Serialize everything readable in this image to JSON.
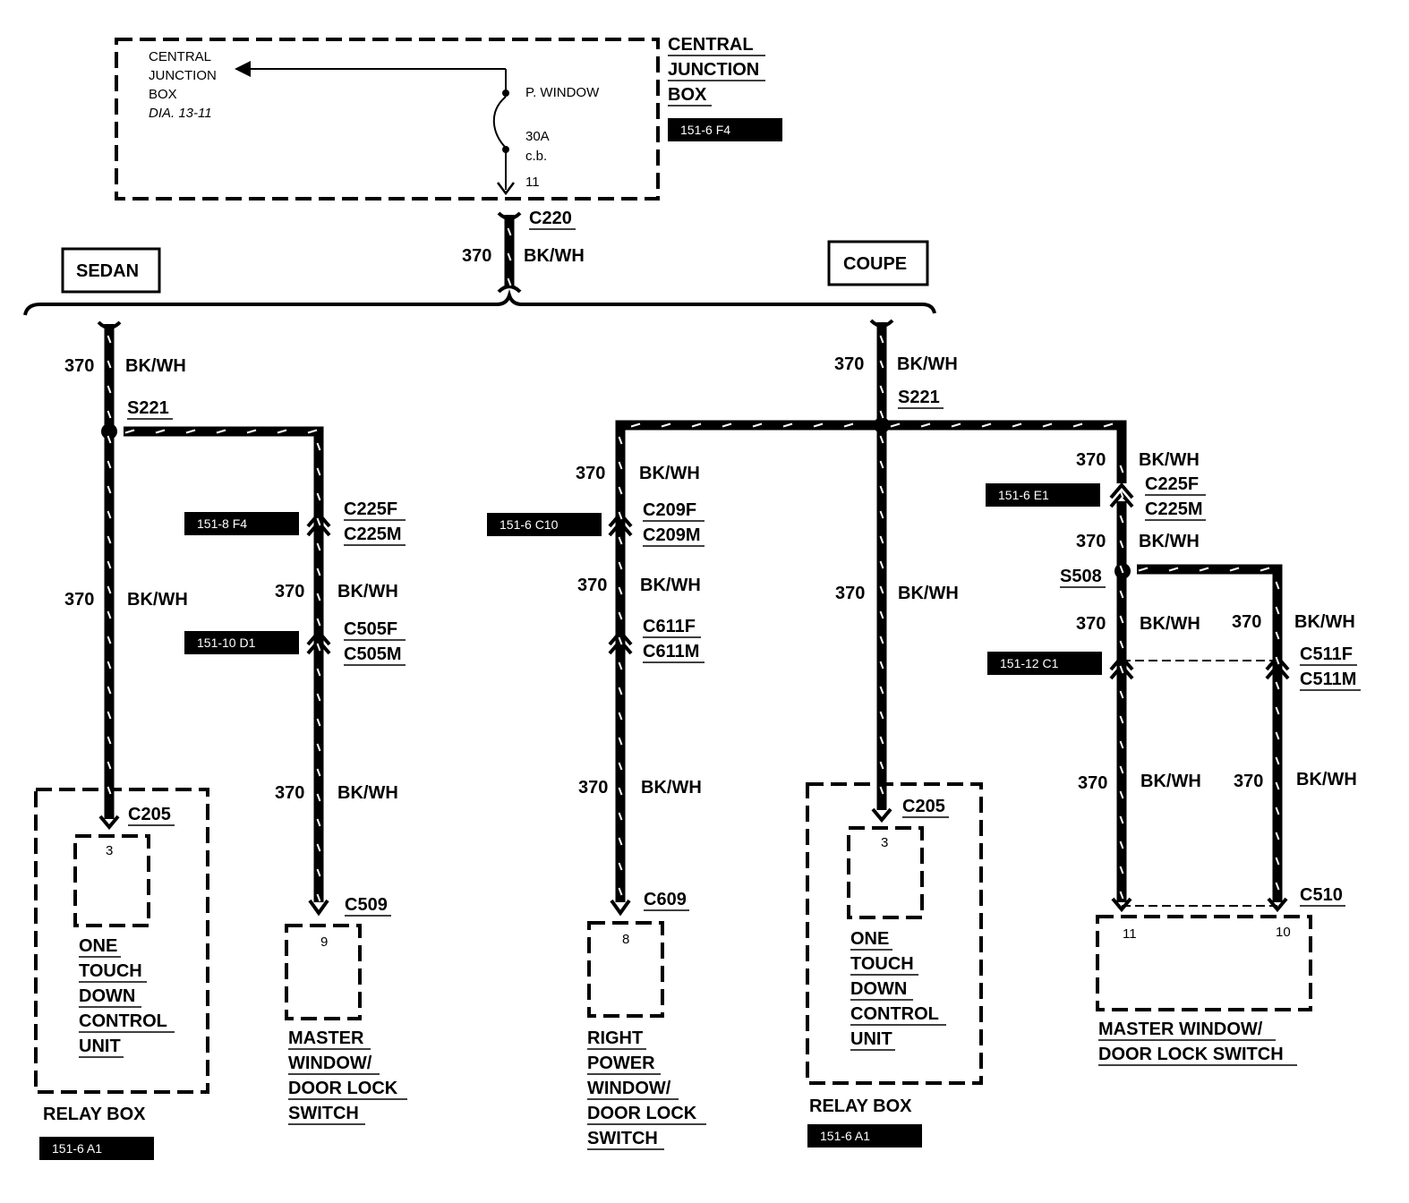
{
  "central_junction": {
    "box_lines": [
      "CENTRAL",
      "JUNCTION",
      "BOX",
      "DIA. 13-11"
    ],
    "title_lines": [
      "CENTRAL",
      "JUNCTION",
      "BOX"
    ],
    "ref": "151-6 F4",
    "fuse_name": "P. WINDOW",
    "fuse_rating": "30A",
    "fuse_type": "c.b.",
    "fuse_pin": "11"
  },
  "feed": {
    "connector": "C220",
    "circuit": "370",
    "color": "BK/WH"
  },
  "sedan": {
    "title": "SEDAN",
    "top_circuit": "370",
    "top_color": "BK/WH",
    "splice": "S221",
    "left_circuit": "370",
    "left_color": "BK/WH",
    "relay_connector": "C205",
    "relay_pin": "3",
    "relay_box_label": "RELAY BOX",
    "relay_ref": "151-6 A1",
    "unit_lines": [
      "ONE",
      "TOUCH",
      "DOWN",
      "CONTROL",
      "UNIT"
    ],
    "connector1_f": "C225F",
    "connector1_m": "C225M",
    "connector1_ref": "151-8 F4",
    "mid_circuit": "370",
    "mid_color": "BK/WH",
    "connector2_f": "C505F",
    "connector2_m": "C505M",
    "connector2_ref": "151-10 D1",
    "low_circuit": "370",
    "low_color": "BK/WH",
    "switch_connector": "C509",
    "switch_pin": "9",
    "switch_lines": [
      "MASTER",
      "WINDOW/",
      "DOOR LOCK",
      "SWITCH"
    ]
  },
  "coupe": {
    "title": "COUPE",
    "top_circuit": "370",
    "top_color": "BK/WH",
    "splice": "S221",
    "right_branch": {
      "c1_f": "C209F",
      "c1_m": "C209M",
      "c1_ref": "151-6 C10",
      "c1_circuit": "370",
      "c1_color": "BK/WH",
      "c2_f": "C611F",
      "c2_m": "C611M",
      "c2_circuit": "370",
      "c2_color": "BK/WH",
      "low_circuit": "370",
      "low_color": "BK/WH",
      "connector": "C609",
      "pin": "8",
      "lines": [
        "RIGHT",
        "POWER",
        "WINDOW/",
        "DOOR LOCK",
        "SWITCH"
      ]
    },
    "center": {
      "circuit": "370",
      "color": "BK/WH",
      "connector": "C205",
      "pin": "3",
      "unit_lines": [
        "ONE",
        "TOUCH",
        "DOWN",
        "CONTROL",
        "UNIT"
      ],
      "relay_box_label": "RELAY BOX",
      "relay_ref": "151-6 A1"
    },
    "master": {
      "top_circuit": "370",
      "top_color": "BK/WH",
      "c1_f": "C225F",
      "c1_m": "C225M",
      "c1_ref": "151-6 E1",
      "c1_circuit": "370",
      "c1_color": "BK/WH",
      "splice": "S508",
      "left_circuit": "370",
      "left_color": "BK/WH",
      "right_circuit": "370",
      "right_color": "BK/WH",
      "c2_f": "C511F",
      "c2_m": "C511M",
      "c2_ref": "151-12 C1",
      "left_low_circuit": "370",
      "left_low_color": "BK/WH",
      "right_low_circuit": "370",
      "right_low_color": "BK/WH",
      "connector": "C510",
      "pin_left": "11",
      "pin_right": "10",
      "lines": [
        "MASTER WINDOW/",
        "DOOR LOCK SWITCH"
      ]
    }
  }
}
